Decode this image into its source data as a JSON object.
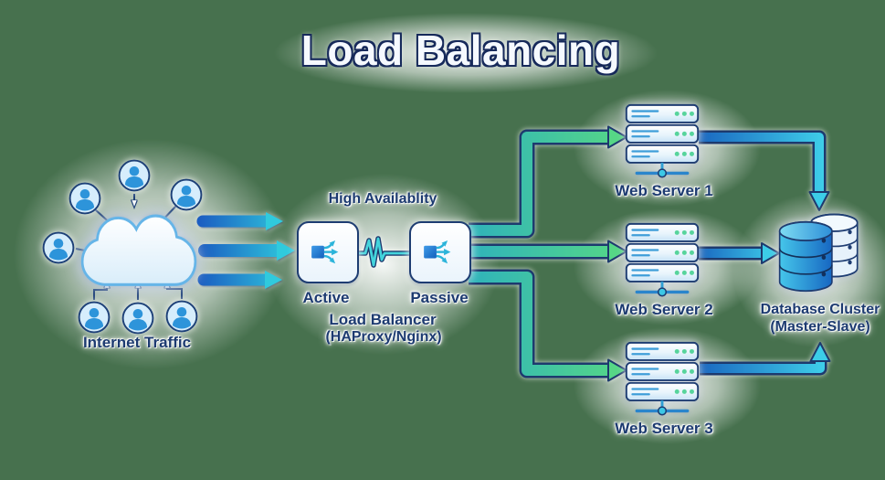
{
  "title": "Load Balancing",
  "internet": {
    "label": "Internet Traffic",
    "user_count": 7
  },
  "load_balancer": {
    "ha_label": "High Availablity",
    "active_label": "Active",
    "passive_label": "Passive",
    "name": "Load Balancer",
    "tech": "(HAProxy/Nginx)"
  },
  "web_servers": [
    {
      "label": "Web Server 1"
    },
    {
      "label": "Web Server 2"
    },
    {
      "label": "Web Server 3"
    }
  ],
  "database": {
    "name": "Database Cluster",
    "mode": "(Master-Slave)"
  },
  "colors": {
    "background": "#47714e",
    "navy_outline": "#1e3d72",
    "label_text": "#1c3a70",
    "arrow_blue": "#1b5ec2",
    "arrow_cyan": "#30cadd",
    "arrow_teal": "#2fb3bb",
    "arrow_green": "#56d786",
    "server_dot_green": "#57d49c",
    "db_front_cyan": "#45c6ea",
    "db_front_blue": "#1767c2"
  }
}
